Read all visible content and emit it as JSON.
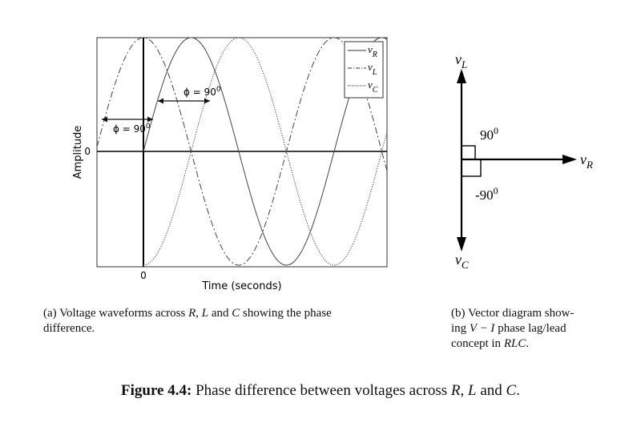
{
  "waveform_plot": {
    "y_axis_label": "Amplitude",
    "x_axis_label": "Time (seconds)",
    "y_zero_label": "0",
    "x_zero_label": "0",
    "phi_annotation_left": "ϕ = 90",
    "phi_annotation_right": "ϕ = 90",
    "phi_superscript": "0",
    "legend": [
      {
        "label": "v",
        "sub": "R",
        "style": "solid"
      },
      {
        "label": "v",
        "sub": "L",
        "style": "dash-dot"
      },
      {
        "label": "v",
        "sub": "C",
        "style": "dotted"
      }
    ]
  },
  "vector_diagram": {
    "top_label": "v",
    "top_sub": "L",
    "right_label": "v",
    "right_sub": "R",
    "bottom_label": "v",
    "bottom_sub": "C",
    "angle_upper": "90",
    "angle_upper_sup": "0",
    "angle_lower": "-90",
    "angle_lower_sup": "0"
  },
  "captions": {
    "a_prefix": "(a) Voltage waveforms across ",
    "a_R": "R",
    "a_sep1": ", ",
    "a_L": "L",
    "a_and": " and ",
    "a_C": "C",
    "a_suffix": " showing the phase",
    "a_line2": "difference.",
    "b_line1": "(b) Vector diagram show-",
    "b_line2_pre": "ing ",
    "b_line2_math": "V − I",
    "b_line2_post": " phase lag/lead",
    "b_line3_pre": "concept in ",
    "b_line3_math": "RLC",
    "b_line3_post": "."
  },
  "figure_caption": {
    "label": "Figure 4.4:",
    "text_pre": " Phase difference between voltages across ",
    "R": "R",
    "sep": ", ",
    "L": "L",
    "and": " and ",
    "C": "C",
    "end": "."
  },
  "chart_data": {
    "type": "line",
    "xlabel": "Time (seconds)",
    "ylabel": "Amplitude",
    "series": [
      {
        "name": "vR",
        "function": "sin(t)",
        "style": "solid"
      },
      {
        "name": "vL",
        "function": "sin(t + 90°)",
        "style": "dash-dot"
      },
      {
        "name": "vC",
        "function": "sin(t − 90°)",
        "style": "dotted"
      }
    ],
    "phase_difference_deg": 90,
    "legend_position": "top-right"
  }
}
